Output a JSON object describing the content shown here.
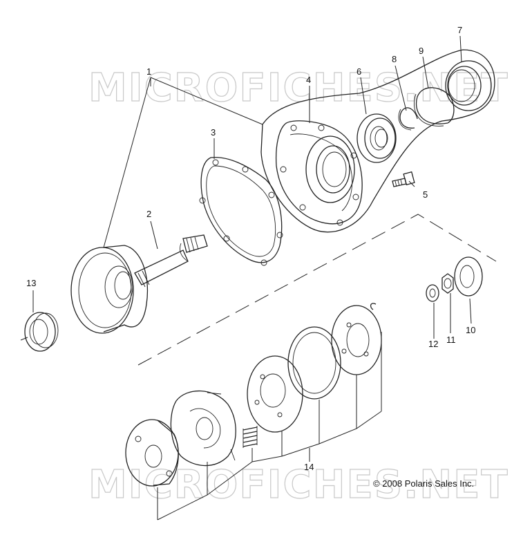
{
  "watermark": "MICROFICHES.NET",
  "copyright": "© 2008 Polaris Sales Inc.",
  "callouts": {
    "c1": "1",
    "c2": "2",
    "c3": "3",
    "c4": "4",
    "c5": "5",
    "c6": "6",
    "c7": "7",
    "c8": "8",
    "c9": "9",
    "c10": "10",
    "c11": "11",
    "c12": "12",
    "c13": "13",
    "c14": "14"
  }
}
